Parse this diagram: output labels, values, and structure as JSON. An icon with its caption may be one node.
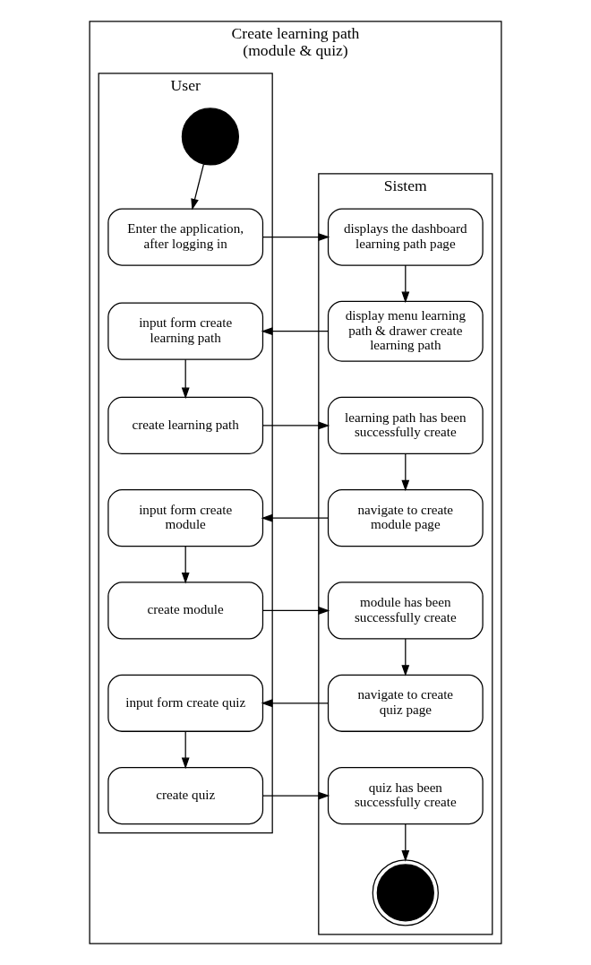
{
  "diagram": {
    "nodes": [
      {
        "text": [
          "Create learning path (module & quiz)"
        ]
      },
      {
        "text": [
          "User"
        ],
        "in": 0
      },
      {
        "text": [
          "Sistem"
        ],
        "in": 0
      },
      {
        "text": [],
        "shape": "circle",
        "in": 1
      },
      {
        "text": [
          "Enter the application, after logging in"
        ],
        "in": 1
      },
      {
        "text": [
          "displays the dashboard learning path page"
        ],
        "in": 2
      },
      {
        "text": [
          "input form create learning path"
        ],
        "in": 1
      },
      {
        "text": [
          "display menu learning path & drawer create learning path"
        ],
        "in": 2
      },
      {
        "text": [
          "create learning path"
        ],
        "in": 1
      },
      {
        "text": [
          "learning path has been successfully create"
        ],
        "in": 2
      },
      {
        "text": [
          "input form create module"
        ],
        "in": 1
      },
      {
        "text": [
          "navigate to create module page"
        ],
        "in": 2
      },
      {
        "text": [
          "create module"
        ],
        "in": 1
      },
      {
        "text": [
          "module has been successfully create"
        ],
        "in": 2
      },
      {
        "text": [
          "input form create quiz"
        ],
        "in": 1
      },
      {
        "text": [
          "navigate to create quiz page"
        ],
        "in": 2
      },
      {
        "text": [
          "create quiz"
        ],
        "in": 1
      },
      {
        "text": [
          "quiz has been successfully create"
        ],
        "in": 2
      },
      {
        "text": [],
        "shape": "bullseye",
        "in": 2
      }
    ],
    "edges": [
      {
        "from": 3,
        "to": 4,
        "arrow": "to"
      },
      {
        "from": 4,
        "to": 5,
        "arrow": "to"
      },
      {
        "from": 5,
        "to": 7,
        "arrow": "to"
      },
      {
        "from": 7,
        "to": 6,
        "arrow": "to"
      },
      {
        "from": 6,
        "to": 8,
        "arrow": "to"
      },
      {
        "from": 8,
        "to": 9,
        "arrow": "to"
      },
      {
        "from": 9,
        "to": 11,
        "arrow": "to"
      },
      {
        "from": 11,
        "to": 10,
        "arrow": "to"
      },
      {
        "from": 10,
        "to": 12,
        "arrow": "to"
      },
      {
        "from": 12,
        "to": 13,
        "arrow": "to"
      },
      {
        "from": 13,
        "to": 15,
        "arrow": "to"
      },
      {
        "from": 15,
        "to": 14,
        "arrow": "to"
      },
      {
        "from": 14,
        "to": 16,
        "arrow": "to"
      },
      {
        "from": 16,
        "to": 17,
        "arrow": "to"
      },
      {
        "from": 17,
        "to": 18,
        "arrow": "to"
      }
    ]
  }
}
